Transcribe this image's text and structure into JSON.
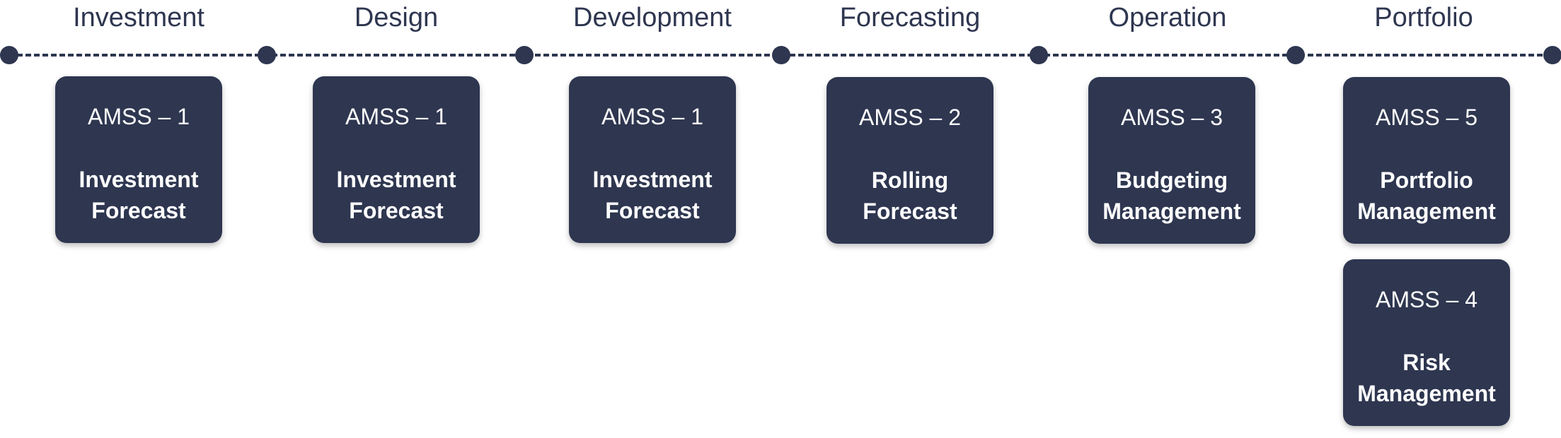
{
  "colors": {
    "primary": "#2e3650",
    "card_text": "#ffffff",
    "background": "#ffffff"
  },
  "stages": [
    {
      "label": "Investment",
      "cards": [
        {
          "code": "AMSS – 1",
          "title_lines": [
            "Investment",
            "Forecast"
          ]
        }
      ]
    },
    {
      "label": "Design",
      "cards": [
        {
          "code": "AMSS – 1",
          "title_lines": [
            "Investment",
            "Forecast"
          ]
        }
      ]
    },
    {
      "label": "Development",
      "cards": [
        {
          "code": "AMSS – 1",
          "title_lines": [
            "Investment",
            "Forecast"
          ]
        }
      ]
    },
    {
      "label": "Forecasting",
      "cards": [
        {
          "code": "AMSS – 2",
          "title_lines": [
            "Rolling",
            "Forecast"
          ]
        }
      ]
    },
    {
      "label": "Operation",
      "cards": [
        {
          "code": "AMSS – 3",
          "title_lines": [
            "Budgeting",
            "Management"
          ]
        }
      ]
    },
    {
      "label": "Portfolio",
      "cards": [
        {
          "code": "AMSS – 5",
          "title_lines": [
            "Portfolio",
            "Management"
          ]
        },
        {
          "code": "AMSS – 4",
          "title_lines": [
            "Risk",
            "Management"
          ]
        }
      ]
    }
  ]
}
